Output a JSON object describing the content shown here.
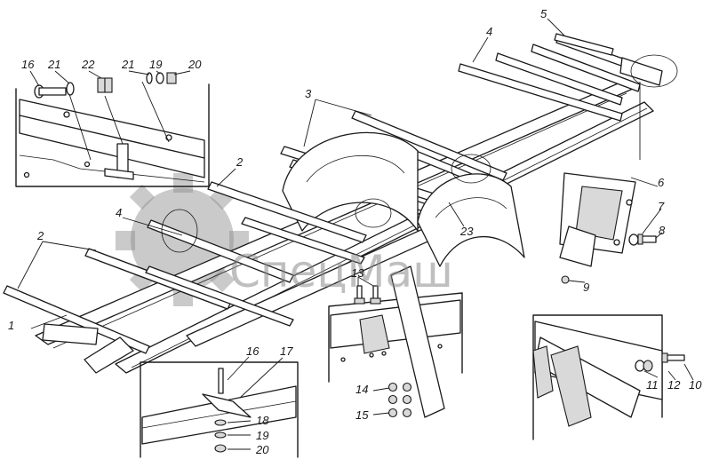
{
  "watermark": {
    "text": "СпецМаш",
    "color": "#8a8a8a"
  },
  "callouts": {
    "c1": "1",
    "c2a": "2",
    "c2b": "2",
    "c3": "3",
    "c4a": "4",
    "c4b": "4",
    "c5": "5",
    "c6": "6",
    "c7": "7",
    "c8": "8",
    "c9": "9",
    "c10": "10",
    "c11": "11",
    "c12": "12",
    "c13": "13",
    "c14": "14",
    "c15": "15",
    "c16a": "16",
    "c16b": "16",
    "c17": "17",
    "c18": "18",
    "c19a": "19",
    "c19b": "19",
    "c20a": "20",
    "c20b": "20",
    "c21a": "21",
    "c21b": "21",
    "c22": "22",
    "c23": "23"
  }
}
